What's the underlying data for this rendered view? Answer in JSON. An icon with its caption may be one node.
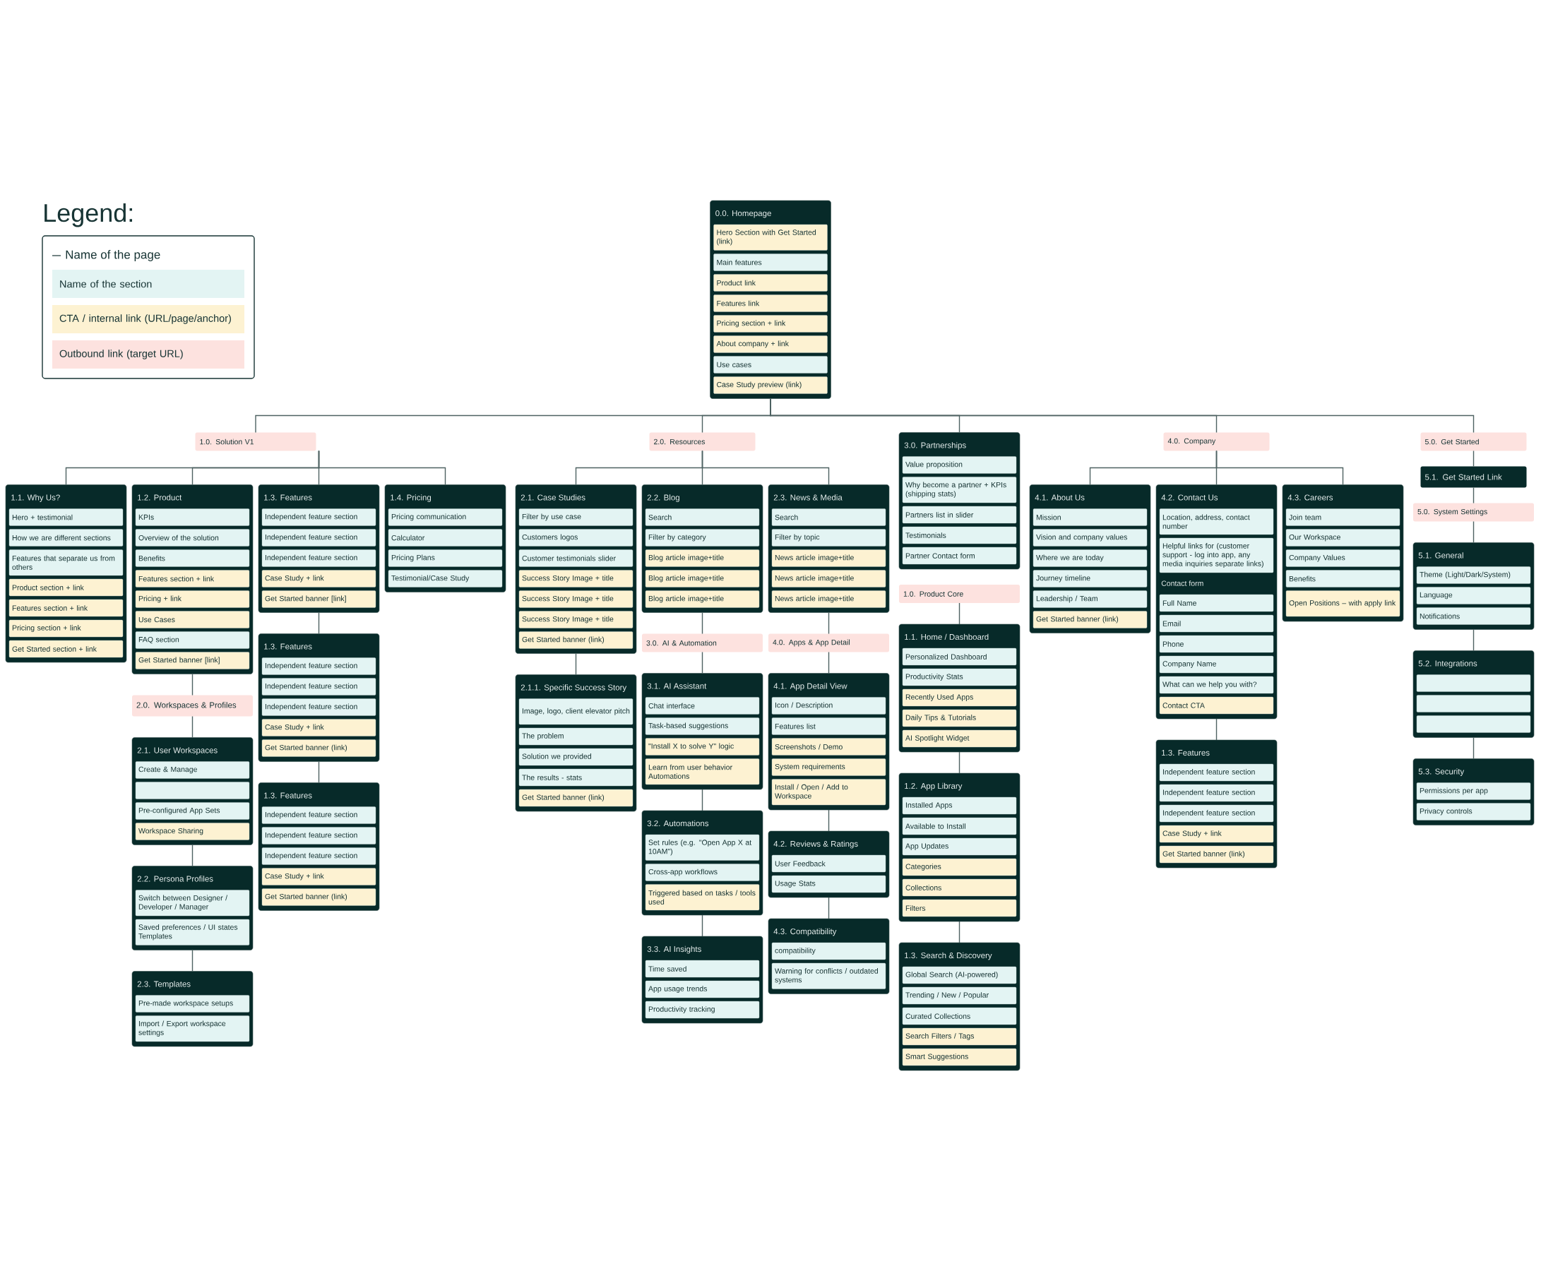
{
  "diagram": {
    "labels": [
      "Legend:"
    ],
    "legend": [
      {
        "text": "Name of the page"
      },
      {
        "text": "Name of the section",
        "color": "#e3f4f3"
      },
      {
        "text": "CTA / internal link (URL/page/anchor)",
        "color": "#fdf2d2"
      },
      {
        "text": "Outbound link (target URL)",
        "color": "#fde2df"
      }
    ],
    "nodes": [
      {
        "text": [
          "0.0. Homepage"
        ]
      },
      {
        "text": [
          "Hero Section with Get Started (link)"
        ],
        "in": 0
      },
      {
        "text": [
          "Main features"
        ],
        "in": 0
      },
      {
        "text": [
          "Product link"
        ],
        "in": 0
      },
      {
        "text": [
          "Features link"
        ],
        "in": 0
      },
      {
        "text": [
          "Pricing section + link"
        ],
        "in": 0
      },
      {
        "text": [
          "About company + link"
        ],
        "in": 0
      },
      {
        "text": [
          "Use cases"
        ],
        "in": 0
      },
      {
        "text": [
          "Case Study preview (link)"
        ],
        "in": 0
      },
      {
        "text": [
          "1.0. Solution V1"
        ]
      },
      {
        "text": [
          "1.1. Why Us?"
        ]
      },
      {
        "text": [
          "Hero + testimonial"
        ],
        "in": 10
      },
      {
        "text": [
          "How we are different sections"
        ],
        "in": 10
      },
      {
        "text": [
          "Features that separate us from others"
        ],
        "in": 10
      },
      {
        "text": [
          "Product section + link"
        ],
        "in": 10
      },
      {
        "text": [
          "Features section + link"
        ],
        "in": 10
      },
      {
        "text": [
          "Pricing section + link"
        ],
        "in": 10
      },
      {
        "text": [
          "Get Started section + link"
        ],
        "in": 10
      },
      {
        "text": [
          "1.2. Product"
        ]
      },
      {
        "text": [
          "KPIs"
        ],
        "in": 18
      },
      {
        "text": [
          "Overview of the solution"
        ],
        "in": 18
      },
      {
        "text": [
          "Benefits"
        ],
        "in": 18
      },
      {
        "text": [
          "Features section + link"
        ],
        "in": 18
      },
      {
        "text": [
          "Pricing + link"
        ],
        "in": 18
      },
      {
        "text": [
          "Use Cases"
        ],
        "in": 18
      },
      {
        "text": [
          "FAQ section"
        ],
        "in": 18
      },
      {
        "text": [
          "Get Started banner [link]"
        ],
        "in": 18
      },
      {
        "text": [
          "1.3. Features"
        ]
      },
      {
        "text": [
          "Independent feature section"
        ],
        "in": 27
      },
      {
        "text": [
          "Independent feature section"
        ],
        "in": 27
      },
      {
        "text": [
          "Independent feature section"
        ],
        "in": 27
      },
      {
        "text": [
          "Case Study + link"
        ],
        "in": 27
      },
      {
        "text": [
          "Get Started banner [link]"
        ],
        "in": 27
      },
      {
        "text": [
          "1.4. Pricing"
        ]
      },
      {
        "text": [
          "Pricing communication"
        ],
        "in": 33
      },
      {
        "text": [
          "Calculator"
        ],
        "in": 33
      },
      {
        "text": [
          "Pricing Plans"
        ],
        "in": 33
      },
      {
        "text": [
          "Testimonial/Case Study"
        ],
        "in": 33
      },
      {
        "text": [
          "2.0. Workspaces & Profiles"
        ]
      },
      {
        "text": [
          "2.1. User Workspaces"
        ]
      },
      {
        "text": [
          "Create & Manage"
        ],
        "in": 39
      },
      {
        "text": [],
        "shape": "box",
        "in": 39
      },
      {
        "text": [
          "Pre-configured App Sets"
        ],
        "in": 39
      },
      {
        "text": [
          "Workspace Sharing"
        ],
        "in": 39
      },
      {
        "text": [
          "2.2. Persona Profiles"
        ]
      },
      {
        "text": [
          "Switch between Designer / Developer / Manager"
        ],
        "in": 44
      },
      {
        "text": [
          "Saved preferences / UI states Templates"
        ],
        "in": 44
      },
      {
        "text": [
          "2.3. Templates"
        ]
      },
      {
        "text": [
          "Pre-made workspace setups"
        ],
        "in": 47
      },
      {
        "text": [
          "Import / Export workspace settings"
        ],
        "in": 47
      },
      {
        "text": [
          "1.3. Features"
        ]
      },
      {
        "text": [
          "Independent feature section"
        ],
        "in": 50
      },
      {
        "text": [
          "Independent feature section"
        ],
        "in": 50
      },
      {
        "text": [
          "Independent feature section"
        ],
        "in": 50
      },
      {
        "text": [
          "Case Study + link"
        ],
        "in": 50
      },
      {
        "text": [
          "Get Started banner (link)"
        ],
        "in": 50
      },
      {
        "text": [
          "1.3. Features"
        ]
      },
      {
        "text": [
          "Independent feature section"
        ],
        "in": 56
      },
      {
        "text": [
          "Independent feature section"
        ],
        "in": 56
      },
      {
        "text": [
          "Independent feature section"
        ],
        "in": 56
      },
      {
        "text": [
          "Case Study + link"
        ],
        "in": 56
      },
      {
        "text": [
          "Get Started banner (link)"
        ],
        "in": 56
      },
      {
        "text": [
          "2.0. Resources"
        ]
      },
      {
        "text": [
          "2.1. Case Studies"
        ]
      },
      {
        "text": [
          "Filter by use case"
        ],
        "in": 63
      },
      {
        "text": [
          "Customers logos"
        ],
        "in": 63
      },
      {
        "text": [
          "Customer testimonials slider"
        ],
        "in": 63
      },
      {
        "text": [
          "Success Story Image + title"
        ],
        "in": 63
      },
      {
        "text": [
          "Success Story Image + title"
        ],
        "in": 63
      },
      {
        "text": [
          "Success Story Image + title"
        ],
        "in": 63
      },
      {
        "text": [
          "Get Started banner (link)"
        ],
        "in": 63
      },
      {
        "text": [
          "2.1.1. Specific Success Story"
        ]
      },
      {
        "text": [
          "Image, logo, client elevator pitch"
        ],
        "in": 71
      },
      {
        "text": [
          "The problem"
        ],
        "in": 71
      },
      {
        "text": [
          "Solution we provided"
        ],
        "in": 71
      },
      {
        "text": [
          "The results - stats"
        ],
        "in": 71
      },
      {
        "text": [
          "Get Started banner (link)"
        ],
        "in": 71
      },
      {
        "text": [
          "2.2. Blog"
        ]
      },
      {
        "text": [
          "Search"
        ],
        "in": 77
      },
      {
        "text": [
          "Filter by category"
        ],
        "in": 77
      },
      {
        "text": [
          "Blog article image+title"
        ],
        "in": 77
      },
      {
        "text": [
          "Blog article image+title"
        ],
        "in": 77
      },
      {
        "text": [
          "Blog article image+title"
        ],
        "in": 77
      },
      {
        "text": [
          "3.0. AI & Automation"
        ]
      },
      {
        "text": [
          "3.1. AI Assistant"
        ]
      },
      {
        "text": [
          "Chat interface"
        ],
        "in": 84
      },
      {
        "text": [
          "Task-based suggestions"
        ],
        "in": 84
      },
      {
        "text": [
          "\"Install X to solve Y\" logic"
        ],
        "in": 84
      },
      {
        "text": [
          "Learn from user behavior Automations"
        ],
        "in": 84
      },
      {
        "text": [
          "3.2. Automations"
        ]
      },
      {
        "text": [
          "Set rules (e.g. \"Open App X at 10AM\")"
        ],
        "in": 89
      },
      {
        "text": [
          "Cross-app workflows"
        ],
        "in": 89
      },
      {
        "text": [
          "Triggered based on tasks / tools used"
        ],
        "in": 89
      },
      {
        "text": [
          "3.3. AI Insights"
        ]
      },
      {
        "text": [
          "Time saved"
        ],
        "in": 93
      },
      {
        "text": [
          "App usage trends"
        ],
        "in": 93
      },
      {
        "text": [
          "Productivity tracking"
        ],
        "in": 93
      },
      {
        "text": [
          "2.3. News & Media"
        ]
      },
      {
        "text": [
          "Search"
        ],
        "in": 97
      },
      {
        "text": [
          "Filter by topic"
        ],
        "in": 97
      },
      {
        "text": [
          "News article image+title"
        ],
        "in": 97
      },
      {
        "text": [
          "News article image+title"
        ],
        "in": 97
      },
      {
        "text": [
          "News article image+title"
        ],
        "in": 97
      },
      {
        "text": [
          "4.0. Apps & App Detail"
        ]
      },
      {
        "text": [
          "4.1. App Detail View"
        ]
      },
      {
        "text": [
          "Icon / Description"
        ],
        "in": 104
      },
      {
        "text": [
          "Features list"
        ],
        "in": 104
      },
      {
        "text": [
          "Screenshots / Demo"
        ],
        "in": 104
      },
      {
        "text": [
          "System requirements"
        ],
        "in": 104
      },
      {
        "text": [
          "Install / Open / Add to Workspace"
        ],
        "in": 104
      },
      {
        "text": [
          "4.2. Reviews & Ratings"
        ]
      },
      {
        "text": [
          "User Feedback"
        ],
        "in": 110
      },
      {
        "text": [
          "Usage Stats"
        ],
        "in": 110
      },
      {
        "text": [
          "4.3. Compatibility"
        ]
      },
      {
        "text": [
          "compatibility"
        ],
        "in": 113
      },
      {
        "text": [
          "Warning for conflicts / outdated systems"
        ],
        "in": 113
      },
      {
        "text": [
          "3.0. Partnerships"
        ]
      },
      {
        "text": [
          "Value proposition"
        ],
        "in": 116
      },
      {
        "text": [
          "Why become a partner + KPIs (shipping stats)"
        ],
        "in": 116
      },
      {
        "text": [
          "Partners list in slider"
        ],
        "in": 116
      },
      {
        "text": [
          "Testimonials"
        ],
        "in": 116
      },
      {
        "text": [
          "Partner Contact form"
        ],
        "in": 116
      },
      {
        "text": [
          "1.0. Product Core"
        ]
      },
      {
        "text": [
          "1.1. Home / Dashboard"
        ]
      },
      {
        "text": [
          "Personalized Dashboard"
        ],
        "in": 123
      },
      {
        "text": [
          "Productivity Stats"
        ],
        "in": 123
      },
      {
        "text": [
          "Recently Used Apps"
        ],
        "in": 123
      },
      {
        "text": [
          "Daily Tips & Tutorials"
        ],
        "in": 123
      },
      {
        "text": [
          "AI Spotlight Widget"
        ],
        "in": 123
      },
      {
        "text": [
          "1.2. App Library"
        ]
      },
      {
        "text": [
          "Installed Apps"
        ],
        "in": 129
      },
      {
        "text": [
          "Available to Install"
        ],
        "in": 129
      },
      {
        "text": [
          "App Updates"
        ],
        "in": 129
      },
      {
        "text": [
          "Categories"
        ],
        "in": 129
      },
      {
        "text": [
          "Collections"
        ],
        "in": 129
      },
      {
        "text": [
          "Filters"
        ],
        "in": 129
      },
      {
        "text": [
          "1.3. Search & Discovery"
        ]
      },
      {
        "text": [
          "Global Search (AI-powered)"
        ],
        "in": 136
      },
      {
        "text": [
          "Trending / New / Popular"
        ],
        "in": 136
      },
      {
        "text": [
          "Curated Collections"
        ],
        "in": 136
      },
      {
        "text": [
          "Search Filters / Tags"
        ],
        "in": 136
      },
      {
        "text": [
          "Smart Suggestions"
        ],
        "in": 136
      },
      {
        "text": [
          "4.0. Company"
        ]
      },
      {
        "text": [
          "4.1. About Us"
        ]
      },
      {
        "text": [
          "Mission"
        ],
        "in": 143
      },
      {
        "text": [
          "Vision and company values"
        ],
        "in": 143
      },
      {
        "text": [
          "Where we are today"
        ],
        "in": 143
      },
      {
        "text": [
          "Journey timeline"
        ],
        "in": 143
      },
      {
        "text": [
          "Leadership / Team"
        ],
        "in": 143
      },
      {
        "text": [
          "Get Started banner (link)"
        ],
        "in": 143
      },
      {
        "text": [
          "4.2. Contact Us",
          "Contact form"
        ]
      },
      {
        "text": [
          "Location, address, contact number"
        ],
        "in": 150
      },
      {
        "text": [
          "Helpful links for (customer support - log into app, any media inquiries separate links)"
        ],
        "in": 150
      },
      {
        "text": [
          "Full Name"
        ],
        "in": 150
      },
      {
        "text": [
          "Email"
        ],
        "in": 150
      },
      {
        "text": [
          "Phone"
        ],
        "in": 150
      },
      {
        "text": [
          "Company Name"
        ],
        "in": 150
      },
      {
        "text": [
          "What can we help you with?"
        ],
        "in": 150
      },
      {
        "text": [
          "Contact CTA"
        ],
        "in": 150
      },
      {
        "text": [
          "1.3. Features"
        ]
      },
      {
        "text": [
          "Independent feature section"
        ],
        "in": 159
      },
      {
        "text": [
          "Independent feature section"
        ],
        "in": 159
      },
      {
        "text": [
          "Independent feature section"
        ],
        "in": 159
      },
      {
        "text": [
          "Case Study + link"
        ],
        "in": 159
      },
      {
        "text": [
          "Get Started banner (link)"
        ],
        "in": 159
      },
      {
        "text": [
          "4.3. Careers"
        ]
      },
      {
        "text": [
          "Join team"
        ],
        "in": 165
      },
      {
        "text": [
          "Our Workspace"
        ],
        "in": 165
      },
      {
        "text": [
          "Company Values"
        ],
        "in": 165
      },
      {
        "text": [
          "Benefits"
        ],
        "in": 165
      },
      {
        "text": [
          "Open Positions – with apply link"
        ],
        "in": 165
      },
      {
        "text": [
          "5.0. Get Started"
        ]
      },
      {
        "text": [
          "5.1. Get Started Link"
        ]
      },
      {
        "text": [
          "5.0. System Settings"
        ]
      },
      {
        "text": [
          "5.1. General"
        ]
      },
      {
        "text": [
          "Theme (Light/Dark/System)"
        ],
        "in": 174
      },
      {
        "text": [
          "Language"
        ],
        "in": 174
      },
      {
        "text": [
          "Notifications"
        ],
        "in": 174
      },
      {
        "text": [
          "5.2. Integrations"
        ]
      },
      {
        "text": [],
        "shape": "box",
        "in": 178
      },
      {
        "text": [],
        "shape": "box",
        "in": 178
      },
      {
        "text": [],
        "shape": "box",
        "in": 178
      },
      {
        "text": [
          "5.3. Security"
        ]
      },
      {
        "text": [
          "Permissions per app"
        ],
        "in": 182
      },
      {
        "text": [
          "Privacy controls"
        ],
        "in": 182
      }
    ],
    "edges": [
      {
        "from": 0,
        "to": 9,
        "arrow": "none"
      },
      {
        "from": 0,
        "to": 62,
        "arrow": "none"
      },
      {
        "from": 0,
        "to": 116,
        "arrow": "none"
      },
      {
        "from": 0,
        "to": 142,
        "arrow": "none"
      },
      {
        "from": 0,
        "to": 171,
        "arrow": "none"
      },
      {
        "from": 9,
        "to": 10,
        "arrow": "none"
      },
      {
        "from": 9,
        "to": 18,
        "arrow": "none"
      },
      {
        "from": 9,
        "to": 27,
        "arrow": "none"
      },
      {
        "from": 9,
        "to": 33,
        "arrow": "none"
      },
      {
        "from": 18,
        "to": 38,
        "arrow": "none"
      },
      {
        "from": 38,
        "to": 39,
        "arrow": "none"
      },
      {
        "from": 39,
        "to": 44,
        "arrow": "none"
      },
      {
        "from": 44,
        "to": 47,
        "arrow": "none"
      },
      {
        "from": 27,
        "to": 50,
        "arrow": "none"
      },
      {
        "from": 50,
        "to": 56,
        "arrow": "none"
      },
      {
        "from": 62,
        "to": 63,
        "arrow": "none"
      },
      {
        "from": 62,
        "to": 77,
        "arrow": "none"
      },
      {
        "from": 62,
        "to": 97,
        "arrow": "none"
      },
      {
        "from": 63,
        "to": 71,
        "arrow": "none"
      },
      {
        "from": 77,
        "to": 83,
        "arrow": "none"
      },
      {
        "from": 83,
        "to": 84,
        "arrow": "none"
      },
      {
        "from": 84,
        "to": 89,
        "arrow": "none"
      },
      {
        "from": 89,
        "to": 93,
        "arrow": "none"
      },
      {
        "from": 97,
        "to": 103,
        "arrow": "none"
      },
      {
        "from": 103,
        "to": 104,
        "arrow": "none"
      },
      {
        "from": 104,
        "to": 110,
        "arrow": "none"
      },
      {
        "from": 110,
        "to": 113,
        "arrow": "none"
      },
      {
        "from": 122,
        "to": 123,
        "arrow": "none"
      },
      {
        "from": 123,
        "to": 129,
        "arrow": "none"
      },
      {
        "from": 129,
        "to": 136,
        "arrow": "none"
      },
      {
        "from": 142,
        "to": 143,
        "arrow": "none"
      },
      {
        "from": 142,
        "to": 150,
        "arrow": "none"
      },
      {
        "from": 142,
        "to": 165,
        "arrow": "none"
      },
      {
        "from": 150,
        "to": 159,
        "arrow": "none"
      },
      {
        "from": 171,
        "to": 172,
        "arrow": "none"
      },
      {
        "from": 172,
        "to": 173,
        "arrow": "none"
      },
      {
        "from": 173,
        "to": 174,
        "arrow": "none"
      },
      {
        "from": 174,
        "to": 178,
        "arrow": "none"
      },
      {
        "from": 178,
        "to": 182,
        "arrow": "none"
      }
    ]
  }
}
